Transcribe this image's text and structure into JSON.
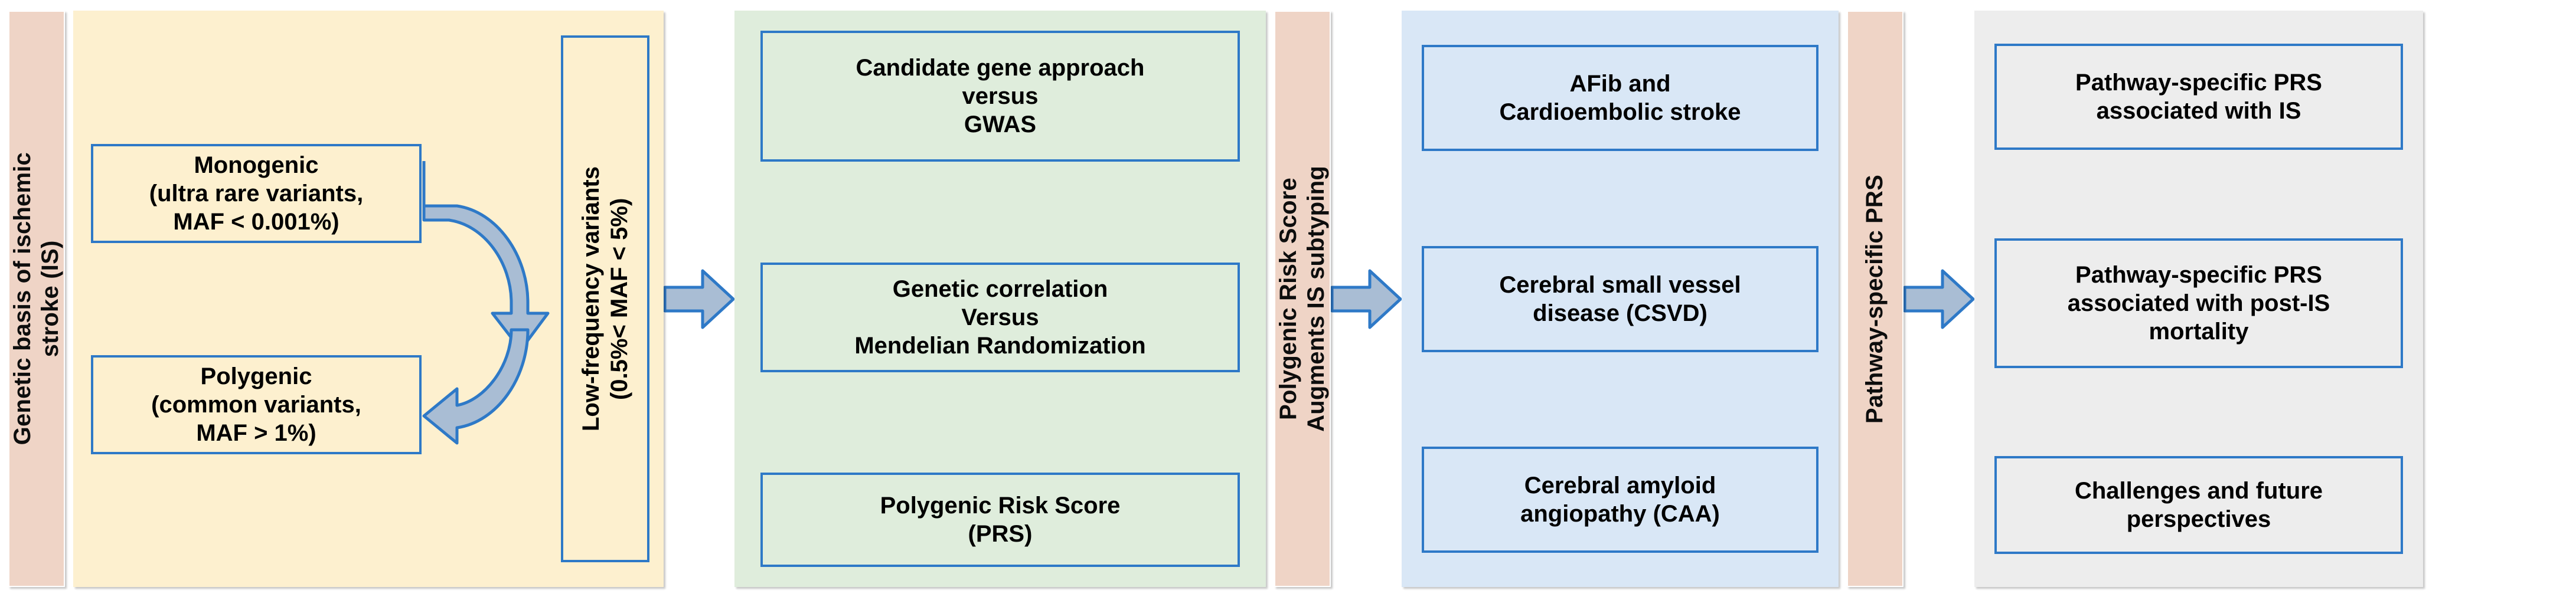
{
  "diagram": {
    "title": "Genetic basis of ischemic stroke — review flow diagram",
    "colors": {
      "strip_fill": "#efd4c6",
      "genetics_panel_fill": "#fdf0cf",
      "methods_panel_fill": "#dfeddc",
      "subtypes_panel_fill": "#d9e7f6",
      "outcomes_panel_fill": "#ededed",
      "box_border": "#2e79c7",
      "arrow_fill": "#a9bdd4",
      "arrow_border": "#2e79c7",
      "text": "#000000"
    }
  },
  "strips": {
    "genetic_basis": "Genetic basis of ischemic\nstroke (IS)",
    "prs_subtyping": "Polygenic Risk Score\nAugments IS subtyping",
    "pathway_prs": "Pathway-specific PRS"
  },
  "genetics_panel": {
    "monogenic": "Monogenic\n(ultra rare variants,\nMAF < 0.001%)",
    "polygenic": "Polygenic\n(common variants,\nMAF > 1%)",
    "low_frequency": "Low-frequency variants\n(0.5%< MAF < 5%)",
    "relation_arrow": "circular-double-arrow"
  },
  "methods_panel": {
    "candidate_gene": "Candidate gene approach\nversus\nGWAS",
    "genetic_correlation": "Genetic correlation\nVersus\nMendelian Randomization",
    "polygenic_risk_score": "Polygenic Risk Score\n(PRS)"
  },
  "subtypes_panel": {
    "afib": "AFib and\nCardioembolic stroke",
    "csvd": "Cerebral small vessel\ndisease (CSVD)",
    "caa": "Cerebral amyloid\nangiopathy (CAA)"
  },
  "outcomes_panel": {
    "prs_is": "Pathway-specific PRS\nassociated with IS",
    "prs_mortality": "Pathway-specific PRS\nassociated with post-IS\nmortality",
    "challenges": "Challenges and future\nperspectives"
  },
  "flow_arrows": [
    {
      "name": "arrow-genetics-to-methods",
      "direction": "right"
    },
    {
      "name": "arrow-methods-to-subtyping",
      "direction": "right"
    },
    {
      "name": "arrow-subtypes-to-pathway",
      "direction": "right"
    },
    {
      "name": "arrow-pathway-to-outcomes",
      "direction": "right"
    }
  ]
}
